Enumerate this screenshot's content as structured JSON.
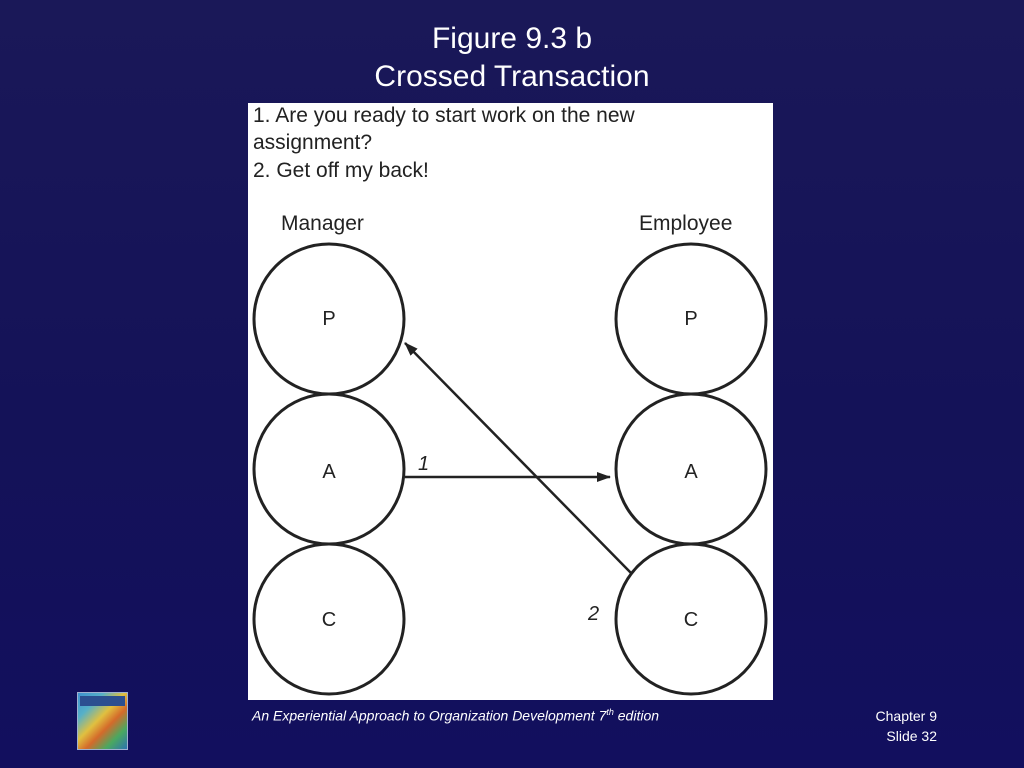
{
  "slide": {
    "title_line1": "Figure 9.3 b",
    "title_line2": "Crossed Transaction"
  },
  "figure": {
    "text_lines": [
      "1. Are you ready to start work on the new",
      "assignment?",
      "2. Get off my back!"
    ],
    "left_column_label": "Manager",
    "right_column_label": "Employee",
    "left_states": [
      "P",
      "A",
      "C"
    ],
    "right_states": [
      "P",
      "A",
      "C"
    ],
    "arrow_1_label": "1",
    "arrow_2_label": "2"
  },
  "footer": {
    "book_title_prefix": "An Experiential Approach to Organization Development 7",
    "book_title_sup": "th",
    "book_title_suffix": " edition",
    "chapter": "Chapter 9",
    "slide": "Slide 32"
  }
}
